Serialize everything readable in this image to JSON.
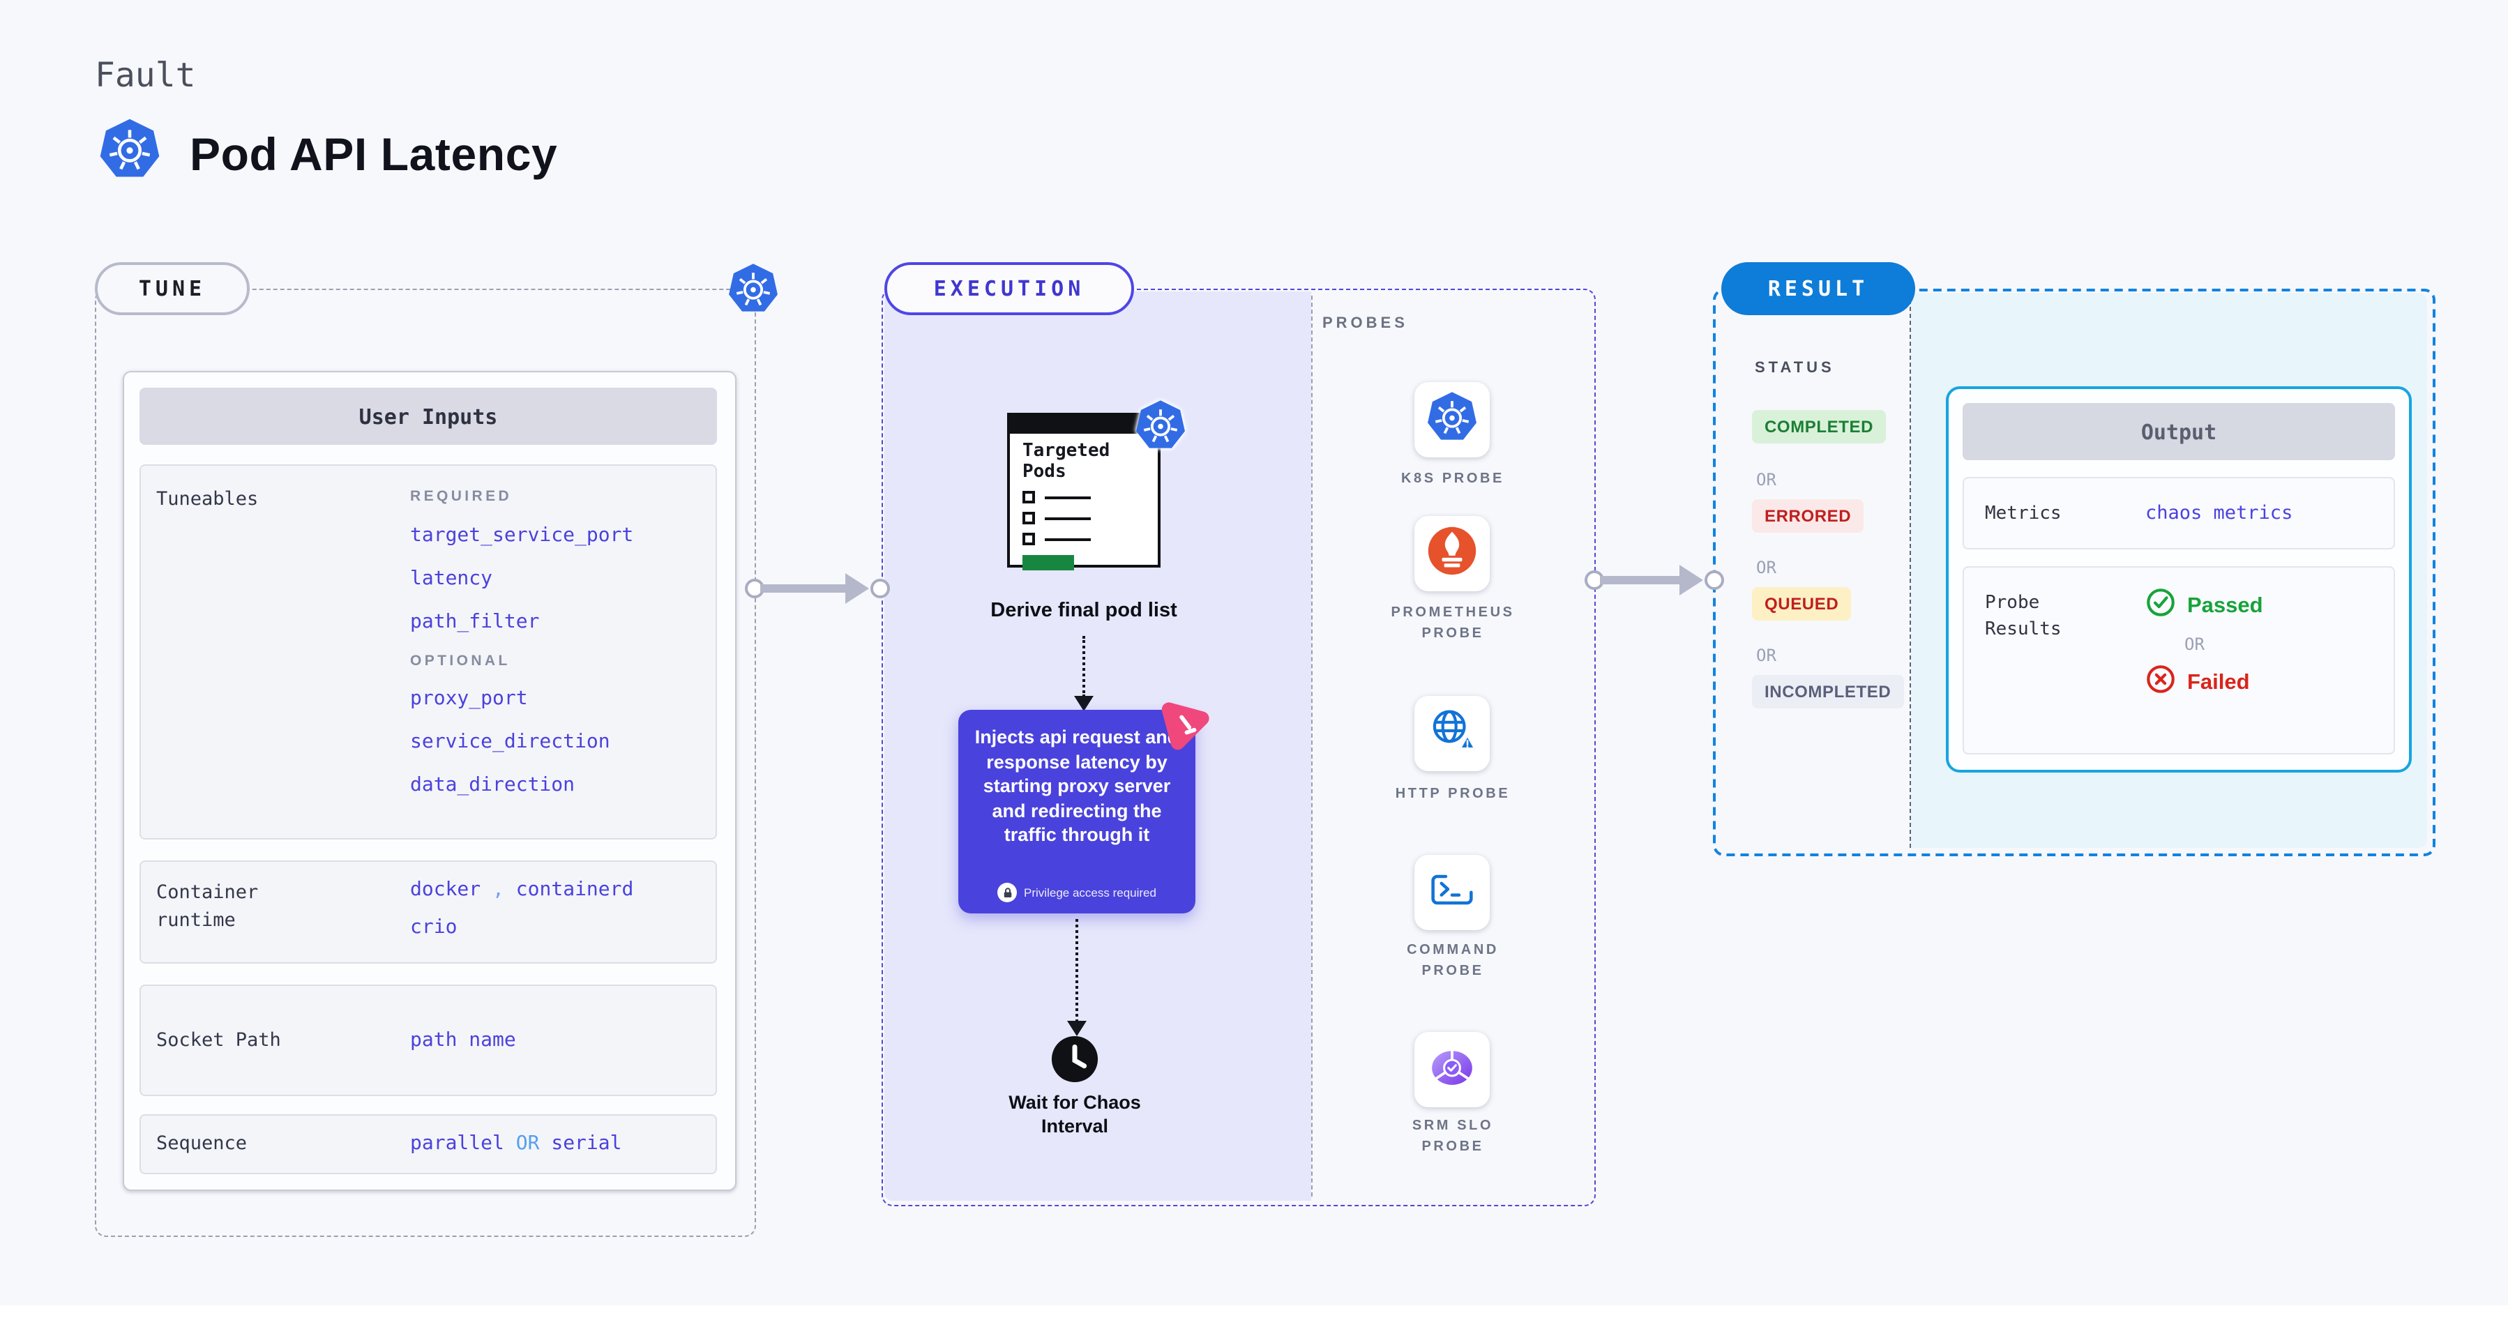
{
  "header": {
    "eyebrow": "Fault",
    "title": "Pod API Latency"
  },
  "tune": {
    "label": "TUNE",
    "card_title": "User Inputs",
    "tuneables": {
      "label": "Tuneables",
      "required_label": "REQUIRED",
      "required": [
        "target_service_port",
        "latency",
        "path_filter"
      ],
      "optional_label": "OPTIONAL",
      "optional": [
        "proxy_port",
        "service_direction",
        "data_direction"
      ]
    },
    "container_runtime": {
      "label": "Container\nruntime",
      "value_1": "docker",
      "separator": ",",
      "value_2": "containerd",
      "value_3": "crio"
    },
    "socket_path": {
      "label": "Socket Path",
      "value": "path name"
    },
    "sequence": {
      "label": "Sequence",
      "value_1": "parallel",
      "or": "OR",
      "value_2": "serial"
    }
  },
  "execution": {
    "label": "EXECUTION",
    "targeted_pods_title": "Targeted\nPods",
    "derive_step": "Derive final pod list",
    "inject_step": "Injects api request and response latency by starting proxy server and redirecting the traffic through it",
    "privilege_note": "Privilege access required",
    "wait_step": "Wait for Chaos\nInterval"
  },
  "probes": {
    "label": "PROBES",
    "items": [
      {
        "name": "K8S PROBE",
        "icon": "kubernetes-icon"
      },
      {
        "name": "PROMETHEUS\nPROBE",
        "icon": "prometheus-icon"
      },
      {
        "name": "HTTP PROBE",
        "icon": "http-globe-icon"
      },
      {
        "name": "COMMAND\nPROBE",
        "icon": "terminal-icon"
      },
      {
        "name": "SRM SLO\nPROBE",
        "icon": "slo-gauge-icon"
      }
    ]
  },
  "result": {
    "label": "RESULT",
    "status_label": "STATUS",
    "or": "OR",
    "statuses": [
      {
        "name": "COMPLETED",
        "color": "#1c7e35",
        "bg": "#d9f1d9"
      },
      {
        "name": "ERRORED",
        "color": "#c01f1f",
        "bg": "#fbe9e9"
      },
      {
        "name": "QUEUED",
        "color": "#c01f1f",
        "bg": "#fdf0c4"
      },
      {
        "name": "INCOMPLETED",
        "color": "#59607a",
        "bg": "#eceef5"
      }
    ],
    "output": {
      "title": "Output",
      "metrics_label": "Metrics",
      "metrics_value": "chaos metrics",
      "probe_results_label": "Probe\nResults",
      "passed": "Passed",
      "or": "OR",
      "failed": "Failed"
    }
  },
  "colors": {
    "page_bg": "#f7f8fc",
    "accent_indigo": "#4f46e5",
    "value_indigo": "#4b41dd",
    "kubernetes_blue": "#326ce5",
    "prometheus_orange": "#e6522c",
    "probe_icon_blue": "#1273d6",
    "result_blue": "#0e7cd9",
    "result_dash_blue": "#1283df",
    "output_border_cyan": "#16a5e0",
    "passed_green": "#17a33b",
    "failed_red": "#da241b",
    "chaos_pink": "#f0487c"
  }
}
